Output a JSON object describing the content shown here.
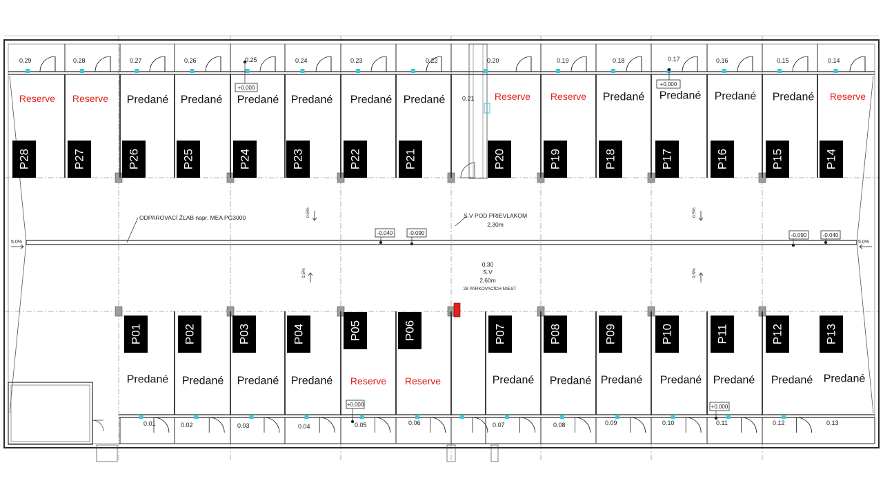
{
  "colors": {
    "line": "#2a2a2a",
    "grid": "#9a9a9a",
    "reserve": "#e0201b",
    "predane": "#111111",
    "cyan": "#3ec8d8",
    "tag_bg": "#000000",
    "tag_fg": "#ffffff",
    "marker": "#e02020"
  },
  "status": {
    "sold": "Predané",
    "reserve": "Reserve"
  },
  "top_row": [
    {
      "id": "P28",
      "status": "reserve",
      "cell": "0.29"
    },
    {
      "id": "P27",
      "status": "reserve",
      "cell": "0.28"
    },
    {
      "id": "P26",
      "status": "sold",
      "cell": "0.27"
    },
    {
      "id": "P25",
      "status": "sold",
      "cell": "0.26"
    },
    {
      "id": "P24",
      "status": "sold",
      "cell": "0.25"
    },
    {
      "id": "P23",
      "status": "sold",
      "cell": "0.24"
    },
    {
      "id": "P22",
      "status": "sold",
      "cell": "0.23"
    },
    {
      "id": "P21",
      "status": "sold",
      "cell": "0.22"
    },
    {
      "id": "P20",
      "status": "reserve",
      "cell": "0.20"
    },
    {
      "id": "P19",
      "status": "reserve",
      "cell": "0.19"
    },
    {
      "id": "P18",
      "status": "sold",
      "cell": "0.18"
    },
    {
      "id": "P17",
      "status": "sold",
      "cell": "0.17"
    },
    {
      "id": "P16",
      "status": "sold",
      "cell": "0.16"
    },
    {
      "id": "P15",
      "status": "sold",
      "cell": "0.15"
    },
    {
      "id": "P14",
      "status": "reserve",
      "cell": "0.14"
    }
  ],
  "bottom_row": [
    {
      "id": "P01",
      "status": "sold",
      "cell": "0.01"
    },
    {
      "id": "P02",
      "status": "sold",
      "cell": "0.02"
    },
    {
      "id": "P03",
      "status": "sold",
      "cell": "0.03"
    },
    {
      "id": "P04",
      "status": "sold",
      "cell": "0.04"
    },
    {
      "id": "P05",
      "status": "reserve",
      "cell": "0.05"
    },
    {
      "id": "P06",
      "status": "reserve",
      "cell": "0.06"
    },
    {
      "id": "P07",
      "status": "sold",
      "cell": "0.07"
    },
    {
      "id": "P08",
      "status": "sold",
      "cell": "0.08"
    },
    {
      "id": "P09",
      "status": "sold",
      "cell": "0.09"
    },
    {
      "id": "P10",
      "status": "sold",
      "cell": "0.10"
    },
    {
      "id": "P11",
      "status": "sold",
      "cell": "0.11"
    },
    {
      "id": "P12",
      "status": "sold",
      "cell": "0.12"
    },
    {
      "id": "P13",
      "status": "sold",
      "cell": "0.13"
    }
  ],
  "annotations": {
    "gutter": "ODPAROVACÍ ŽĽAB  napr. MEA PG3000",
    "clearance_title": "S.V POD PRIEVLAKOM",
    "clearance_value": "2,30m",
    "room_id": "0.30",
    "room_name": "S.V",
    "room_height": "2,60m",
    "room_capacity": "28 PARKOVACÍCH MIEST",
    "slope_end": "5.0%",
    "slope_mid": "0.5%",
    "level_zero": "+0.000",
    "level_a": "-0.040",
    "level_b": "-0.090",
    "cell_021": "0.21"
  }
}
